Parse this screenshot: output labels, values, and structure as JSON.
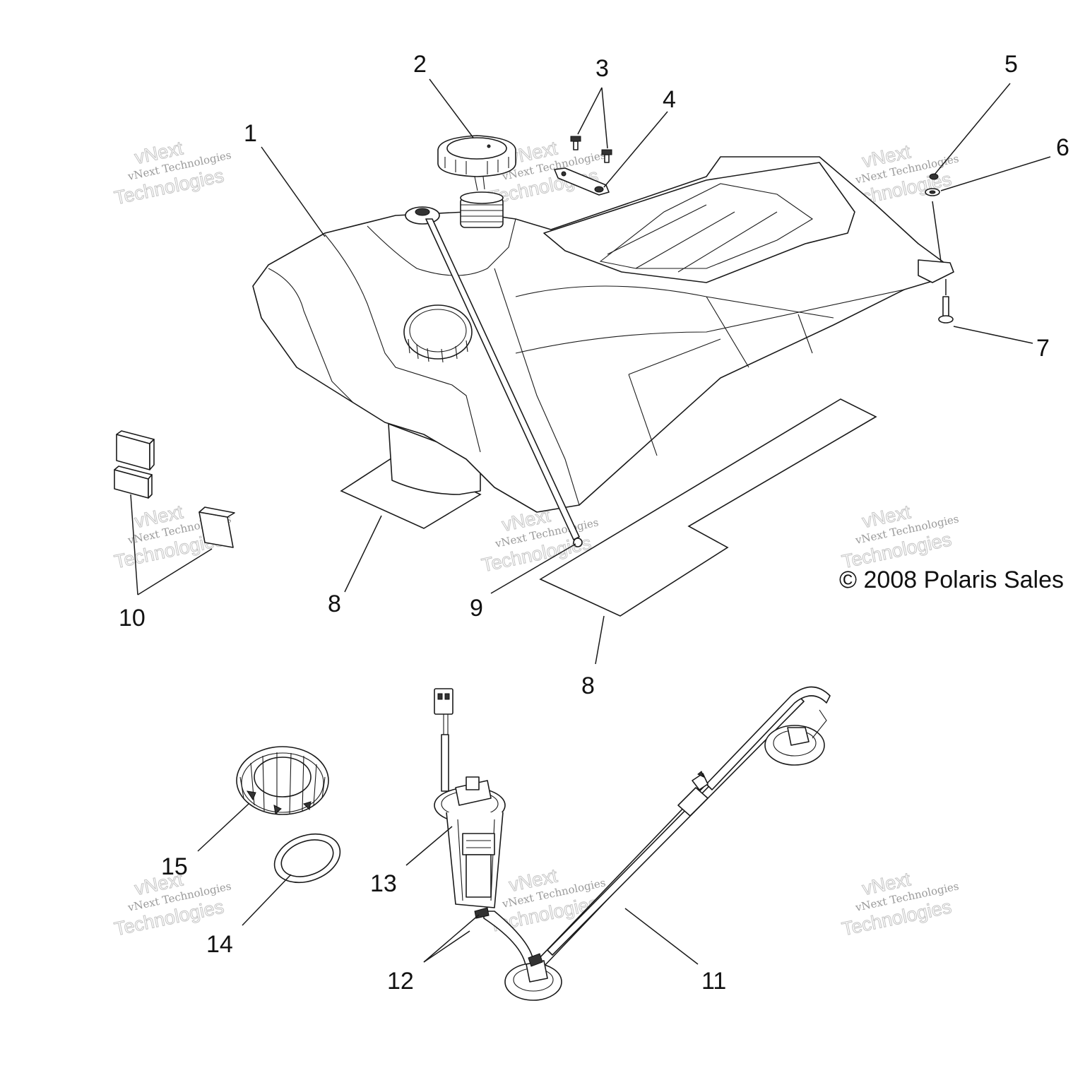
{
  "callouts": {
    "c1": "1",
    "c2": "2",
    "c3": "3",
    "c4": "4",
    "c5": "5",
    "c6": "6",
    "c7": "7",
    "c8a": "8",
    "c8b": "8",
    "c9": "9",
    "c10": "10",
    "c11": "11",
    "c12": "12",
    "c13": "13",
    "c14": "14",
    "c15": "15"
  },
  "copyright": "© 2008 Polaris Sales",
  "watermark": {
    "line1": "vNext Technologies",
    "line2": "vNext",
    "line3": "Technologies"
  },
  "colors": {
    "ink": "#1a1a1a",
    "watermark": "#9a9a9a",
    "background": "#ffffff"
  }
}
